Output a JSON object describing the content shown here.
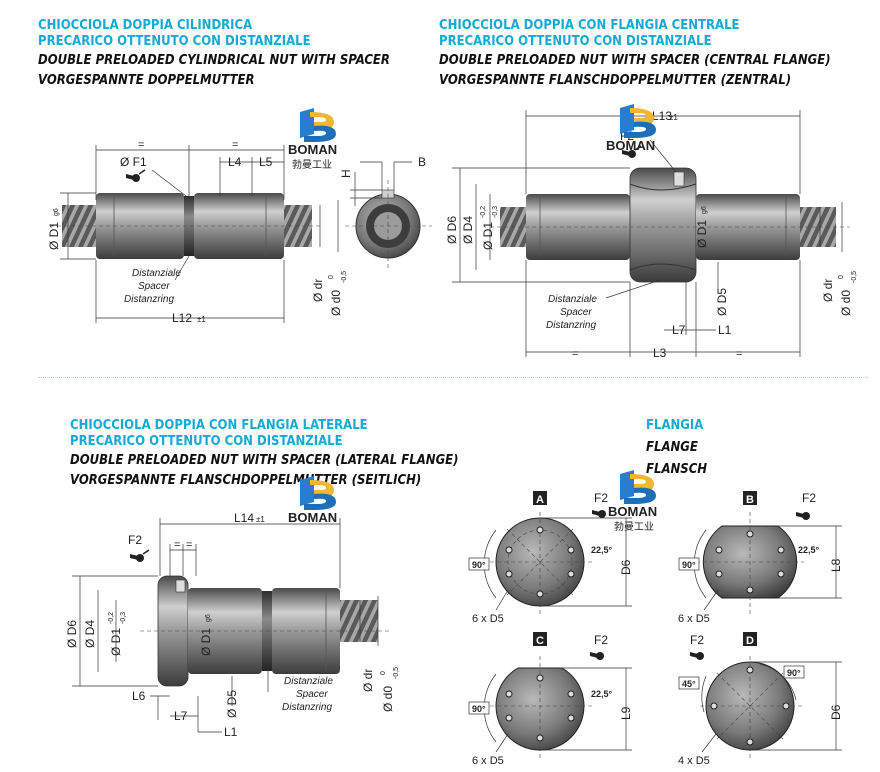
{
  "sections": [
    {
      "it1": "CHIOCCIOLA DOPPIA CILINDRICA",
      "it2": "PRECARICO OTTENUTO CON DISTANZIALE",
      "en": "DOUBLE PRELOADED CYLINDRICAL NUT WITH SPACER",
      "de": "VORGESPANNTE DOPPELMUTTER"
    },
    {
      "it1": "CHIOCCIOLA DOPPIA CON FLANGIA CENTRALE",
      "it2": "PRECARICO OTTENUTO CON DISTANZIALE",
      "en": "DOUBLE PRELOADED NUT WITH SPACER (CENTRAL FLANGE)",
      "de": "VORGESPANNTE FLANSCHDOPPELMUTTER (ZENTRAL)"
    },
    {
      "it1": "CHIOCCIOLA DOPPIA CON FLANGIA LATERALE",
      "it2": "PRECARICO OTTENUTO CON DISTANZIALE",
      "en": "DOUBLE PRELOADED NUT WITH SPACER (LATERAL FLANGE)",
      "de": "VORGESPANNTE FLANSCHDOPPELMUTTER (SEITLICH)"
    }
  ],
  "flange": {
    "it": "FLANGIA",
    "en": "FLANGE",
    "de": "FLANSCH"
  },
  "logo": {
    "name": "BOMAN",
    "sub": "勃曼工业"
  },
  "spacer": {
    "it": "Distanziale",
    "en": "Spacer",
    "de": "Distanzring"
  },
  "dims": {
    "eq": "=",
    "F1": "Ø F1",
    "F2": "F2",
    "L4": "L4",
    "L5": "L5",
    "H": "H",
    "B": "B",
    "D1": "Ø D1",
    "D1_tol": "g6",
    "D1_tol_up": "-0,2",
    "D1_tol_dn": "-0,3",
    "D4": "Ø D4",
    "D5": "Ø D5",
    "D6": "Ø D6",
    "dr": "Ø dr",
    "d0": "Ø d0",
    "d0_tol_up": "0",
    "d0_tol_dn": "-0,5",
    "L1": "L1",
    "L3": "L3",
    "L6": "L6",
    "L7": "L7",
    "L8": "L8",
    "L9": "L9",
    "L12": "L12",
    "L13": "L13",
    "L14": "L14",
    "pm1": "±1"
  },
  "flange_views": [
    {
      "letter": "A",
      "holes": "6 x D5",
      "angle1": "90°",
      "angle2": "22,5°",
      "dim": "D6"
    },
    {
      "letter": "B",
      "holes": "6 x D5",
      "angle1": "90°",
      "angle2": "22,5°",
      "dim": "L8"
    },
    {
      "letter": "C",
      "holes": "6 x D5",
      "angle1": "90°",
      "angle2": "22,5°",
      "dim": "L9"
    },
    {
      "letter": "D",
      "holes": "4 x D5",
      "angle1": "45°",
      "angle2": "90°",
      "dim": "D6"
    }
  ],
  "colors": {
    "accent": "#17a9d2",
    "body": "#8e8e8e",
    "dark": "#3a3a3a",
    "logo": "#1f6fb8"
  }
}
